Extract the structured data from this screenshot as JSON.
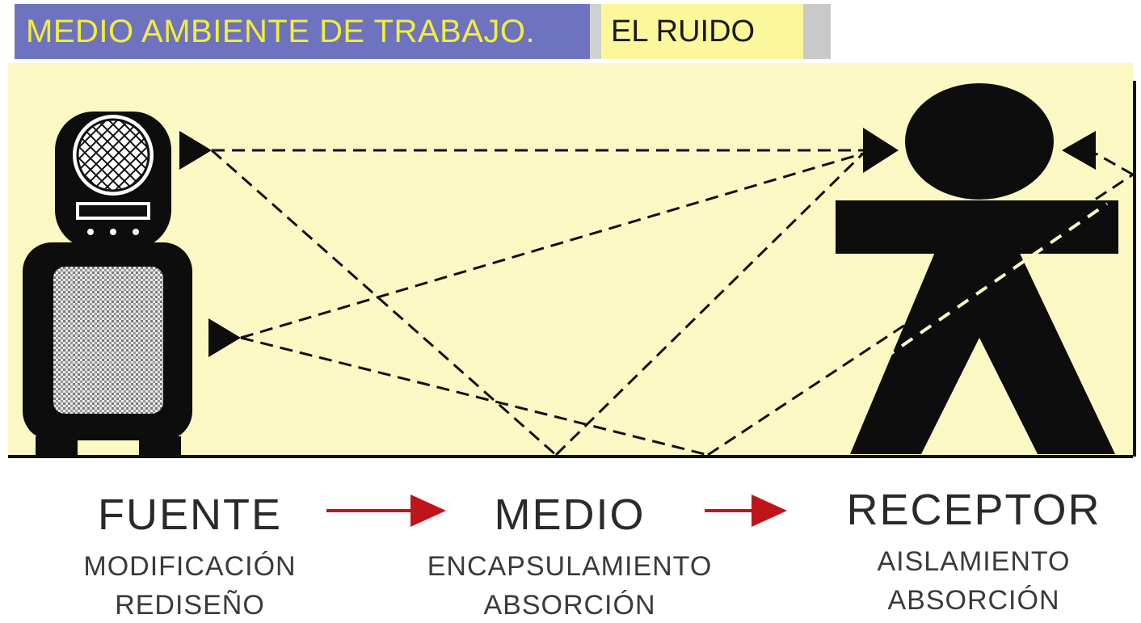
{
  "header": {
    "title": "MEDIO AMBIENTE DE TRABAJO.",
    "subtitle": "EL RUIDO"
  },
  "stages": [
    {
      "name": "FUENTE",
      "line1": "MODIFICACIÓN",
      "line2": "REDISEÑO"
    },
    {
      "name": "MEDIO",
      "line1": "ENCAPSULAMIENTO",
      "line2": "ABSORCIÓN"
    },
    {
      "name": "RECEPTOR",
      "line1": "AISLAMIENTO",
      "line2": "ABSORCIÓN"
    }
  ],
  "colors": {
    "panel": "#fbf8c3",
    "ink": "#0d0d0d",
    "flow_arrow": "#c0141b",
    "title_bg": "#6e73c0",
    "title_text": "#f2ee3a",
    "subtitle_bg": "#fbf79a"
  },
  "icons": [
    "radio-icon",
    "person-icon"
  ]
}
